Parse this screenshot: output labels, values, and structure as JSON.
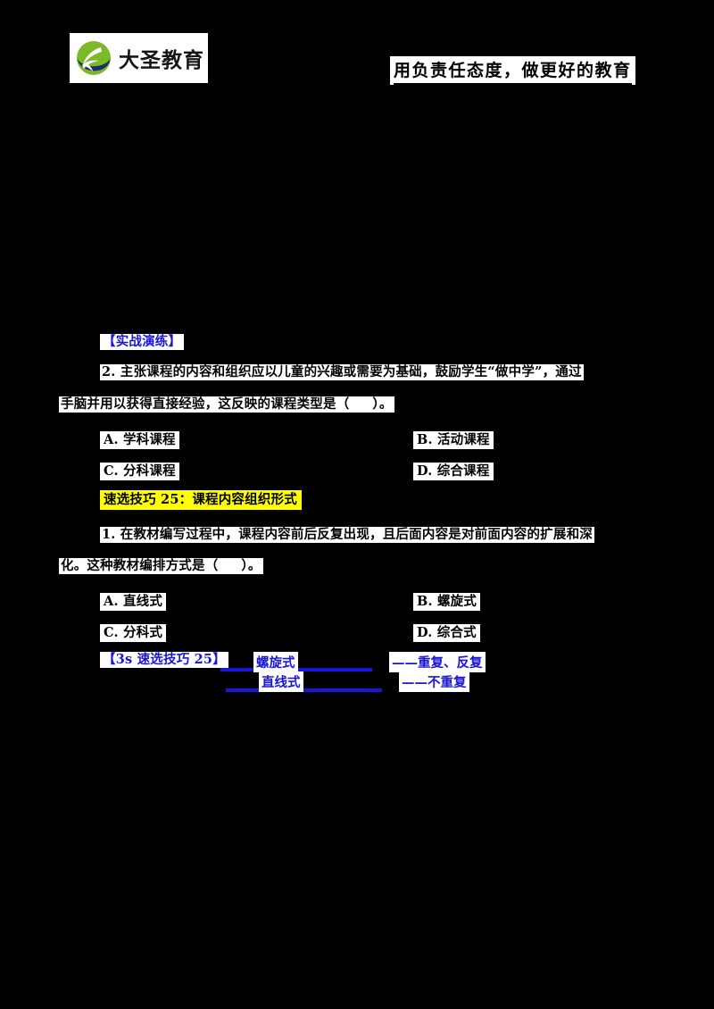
{
  "header": {
    "logo_text": "大圣教育",
    "logo_icon": "globe-bird-logo",
    "slogan": "用负责任态度，做更好的教育"
  },
  "section": {
    "tag": "【实战演练】"
  },
  "questions": [
    {
      "id": "q2",
      "line1": "2. 主张课程的内容和组织应以儿童的兴趣或需要为基础，鼓励学生“做中学”，通过",
      "line2_pre": "手脑并用以获得直接经验，这反映的课程类型是（",
      "line2_post": "）。",
      "options": [
        {
          "key": "A",
          "label": "A. 学科课程"
        },
        {
          "key": "B",
          "label": "B. 活动课程"
        },
        {
          "key": "C",
          "label": "C. 分科课程"
        },
        {
          "key": "D",
          "label": "D. 综合课程"
        }
      ]
    },
    {
      "id": "q1",
      "line1": "1. 在教材编写过程中，课程内容前后反复出现，且后面内容是对前面内容的扩展和深",
      "line2_pre": "化。这种教材编排方式是（",
      "line2_post": "）。",
      "options": [
        {
          "key": "A",
          "label": "A. 直线式"
        },
        {
          "key": "B",
          "label": "B. 螺旋式"
        },
        {
          "key": "C",
          "label": "C. 分科式"
        },
        {
          "key": "D",
          "label": "D. 综合式"
        }
      ]
    }
  ],
  "highlight": {
    "text": "速选技巧 25：课程内容组织形式",
    "bg_color": "#FFFF00",
    "text_color": "#000000"
  },
  "tip_diagram": {
    "tag": "【3s 速选技巧 25】",
    "accent_color": "#1A16D6",
    "rows": [
      {
        "term": "螺旋式",
        "result": "——重复、反复"
      },
      {
        "term": "直线式",
        "result": "——不重复"
      }
    ]
  },
  "page": {
    "background_color": "#000000",
    "text_block_color": "#FFFFFF"
  }
}
